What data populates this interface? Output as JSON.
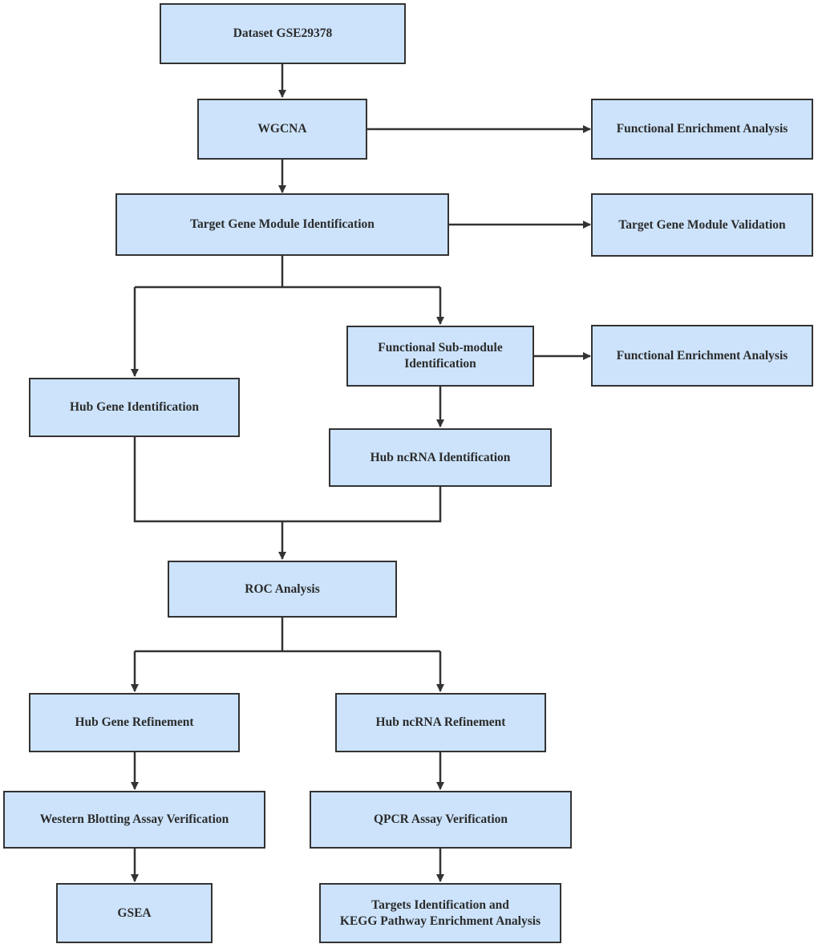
{
  "diagram": {
    "nodes": {
      "dataset": "Dataset GSE29378",
      "wgcna": "WGCNA",
      "fea_top": "Functional Enrichment Analysis",
      "tgmi": "Target Gene Module Identification",
      "tgmv": "Target Gene Module Validation",
      "fsmi": "Functional Sub-module\nIdentification",
      "fea_mid": "Functional Enrichment Analysis",
      "hub_gene_id": "Hub Gene Identification",
      "hub_ncrna_id": "Hub ncRNA Identification",
      "roc": "ROC Analysis",
      "hub_gene_ref": "Hub Gene Refinement",
      "hub_ncrna_ref": "Hub ncRNA Refinement",
      "wb": "Western Blotting Assay Verification",
      "qpcr": "QPCR Assay Verification",
      "gsea": "GSEA",
      "targets": "Targets Identification and\nKEGG Pathway Enrichment Analysis"
    },
    "colors": {
      "node_fill": "#cce3fb",
      "stroke": "#333333",
      "text": "#2b2b2b"
    }
  }
}
